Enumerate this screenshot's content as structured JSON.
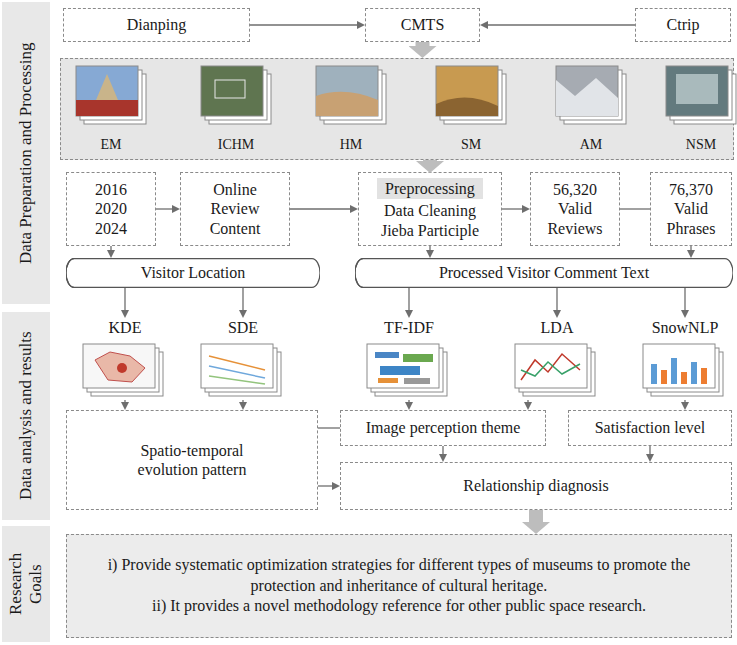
{
  "diagram": {
    "nodes": [
      {
        "text": [
          "Data Preparation and Processing"
        ]
      },
      {
        "text": [
          "Dianping"
        ]
      },
      {
        "text": [
          "CMTS"
        ]
      },
      {
        "text": [
          "Ctrip"
        ]
      },
      {
        "text": [
          "EM",
          "ICHM",
          "HM",
          "SM",
          "AM",
          "NSM"
        ]
      },
      {
        "text": [
          "2016 2020 2024"
        ]
      },
      {
        "text": [
          "Online Review Content"
        ]
      },
      {
        "text": [
          "Preprocessing",
          "Data Cleaning",
          "Jieba Participle"
        ]
      },
      {
        "text": [
          "56,320 Valid Reviews"
        ]
      },
      {
        "text": [
          "76,370 Valid Phrases"
        ]
      },
      {
        "text": [
          "Visitor Location"
        ]
      },
      {
        "text": [
          "Processed Visitor Comment Text"
        ]
      },
      {
        "text": [
          "Data analysis and results"
        ]
      },
      {
        "text": [
          "KDE"
        ]
      },
      {
        "text": [
          "SDE"
        ]
      },
      {
        "text": [
          "TF-IDF"
        ]
      },
      {
        "text": [
          "LDA"
        ]
      },
      {
        "text": [
          "SnowNLP"
        ]
      },
      {
        "text": [
          "Spatio-temporal evolution pattern"
        ]
      },
      {
        "text": [
          "Image perception theme"
        ]
      },
      {
        "text": [
          "Satisfaction level"
        ]
      },
      {
        "text": [
          "Relationship diagnosis"
        ]
      },
      {
        "text": [
          "Research Goals"
        ]
      },
      {
        "text": [
          "i) Provide systematic optimization strategies for different types of museums to promote the protection and inheritance of cultural heritage.",
          "ii) It provides a novel methodology reference for other public space research."
        ]
      }
    ],
    "edges": [
      {
        "from": 1,
        "to": 2,
        "arrow": "to"
      },
      {
        "from": 3,
        "to": 2,
        "arrow": "to"
      },
      {
        "from": 2,
        "to": 4,
        "arrow": "to"
      },
      {
        "from": 4,
        "to": 7,
        "arrow": "to"
      },
      {
        "from": 5,
        "to": 6,
        "arrow": "to"
      },
      {
        "from": 6,
        "to": 7,
        "arrow": "to"
      },
      {
        "from": 7,
        "to": 8,
        "arrow": "to"
      },
      {
        "from": 8,
        "to": 9,
        "arrow": "none"
      },
      {
        "from": 5,
        "to": 10,
        "arrow": "to"
      },
      {
        "from": 7,
        "to": 11,
        "arrow": "to"
      },
      {
        "from": 9,
        "to": 11,
        "arrow": "to"
      },
      {
        "from": 10,
        "to": 13,
        "arrow": "to"
      },
      {
        "from": 10,
        "to": 14,
        "arrow": "to"
      },
      {
        "from": 11,
        "to": 15,
        "arrow": "to"
      },
      {
        "from": 11,
        "to": 16,
        "arrow": "to"
      },
      {
        "from": 11,
        "to": 17,
        "arrow": "to"
      },
      {
        "from": 13,
        "to": 18,
        "arrow": "to"
      },
      {
        "from": 14,
        "to": 18,
        "arrow": "to"
      },
      {
        "from": 15,
        "to": 19,
        "arrow": "to"
      },
      {
        "from": 16,
        "to": 19,
        "arrow": "to"
      },
      {
        "from": 17,
        "to": 20,
        "arrow": "to"
      },
      {
        "from": 18,
        "to": 19,
        "arrow": "none"
      },
      {
        "from": 19,
        "to": 21,
        "arrow": "to"
      },
      {
        "from": 20,
        "to": 21,
        "arrow": "to"
      },
      {
        "from": 18,
        "to": 21,
        "arrow": "to"
      },
      {
        "from": 21,
        "to": 23,
        "arrow": "to"
      }
    ]
  }
}
